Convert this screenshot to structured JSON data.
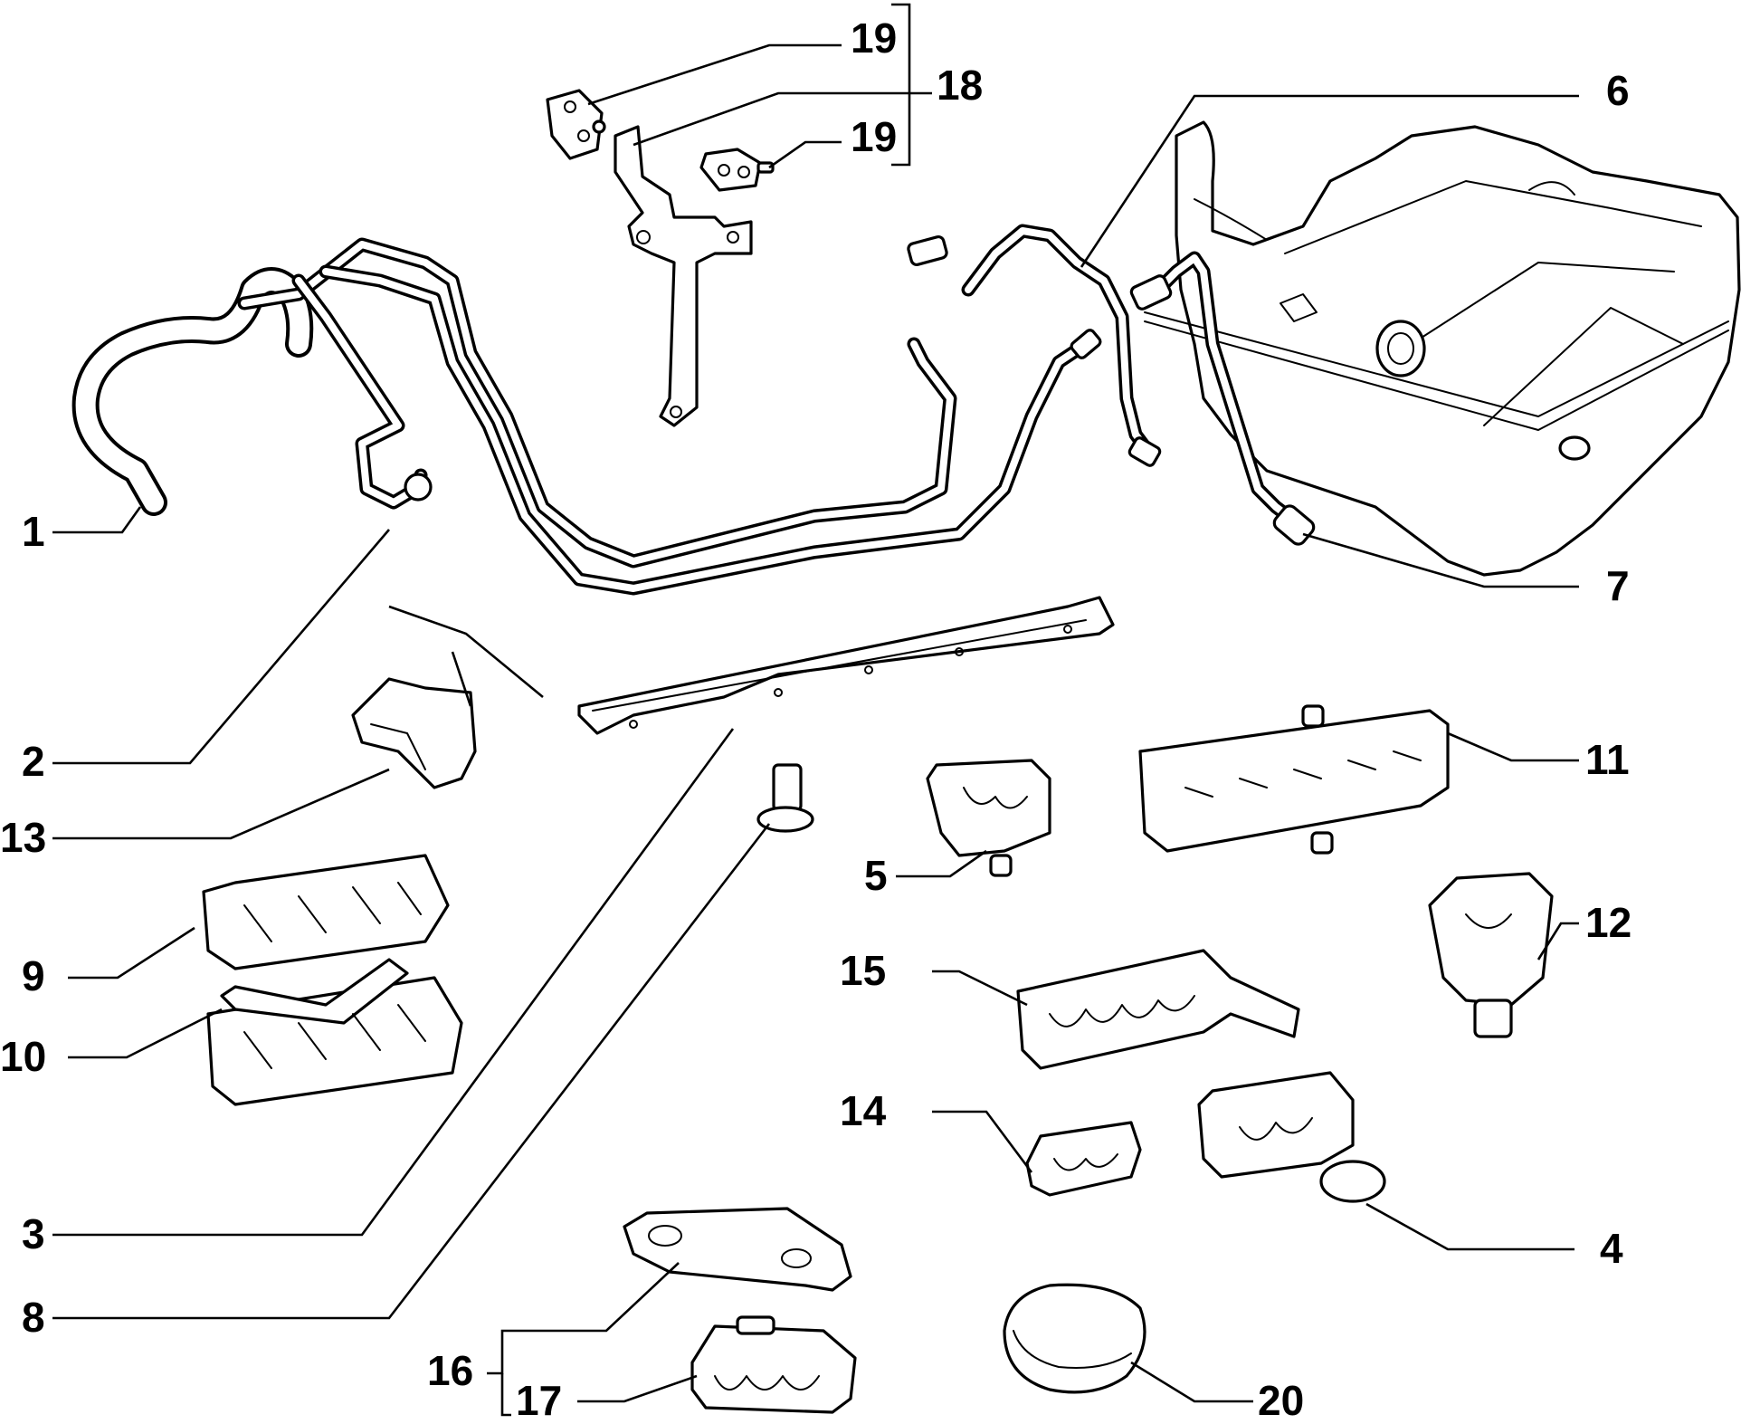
{
  "callouts": {
    "c1": "1",
    "c2": "2",
    "c3": "3",
    "c4": "4",
    "c5": "5",
    "c6": "6",
    "c7": "7",
    "c8": "8",
    "c9": "9",
    "c10": "10",
    "c11": "11",
    "c12": "12",
    "c13": "13",
    "c14": "14",
    "c15": "15",
    "c16": "16",
    "c17": "17",
    "c18": "18",
    "c19a": "19",
    "c19b": "19",
    "c20": "20"
  }
}
